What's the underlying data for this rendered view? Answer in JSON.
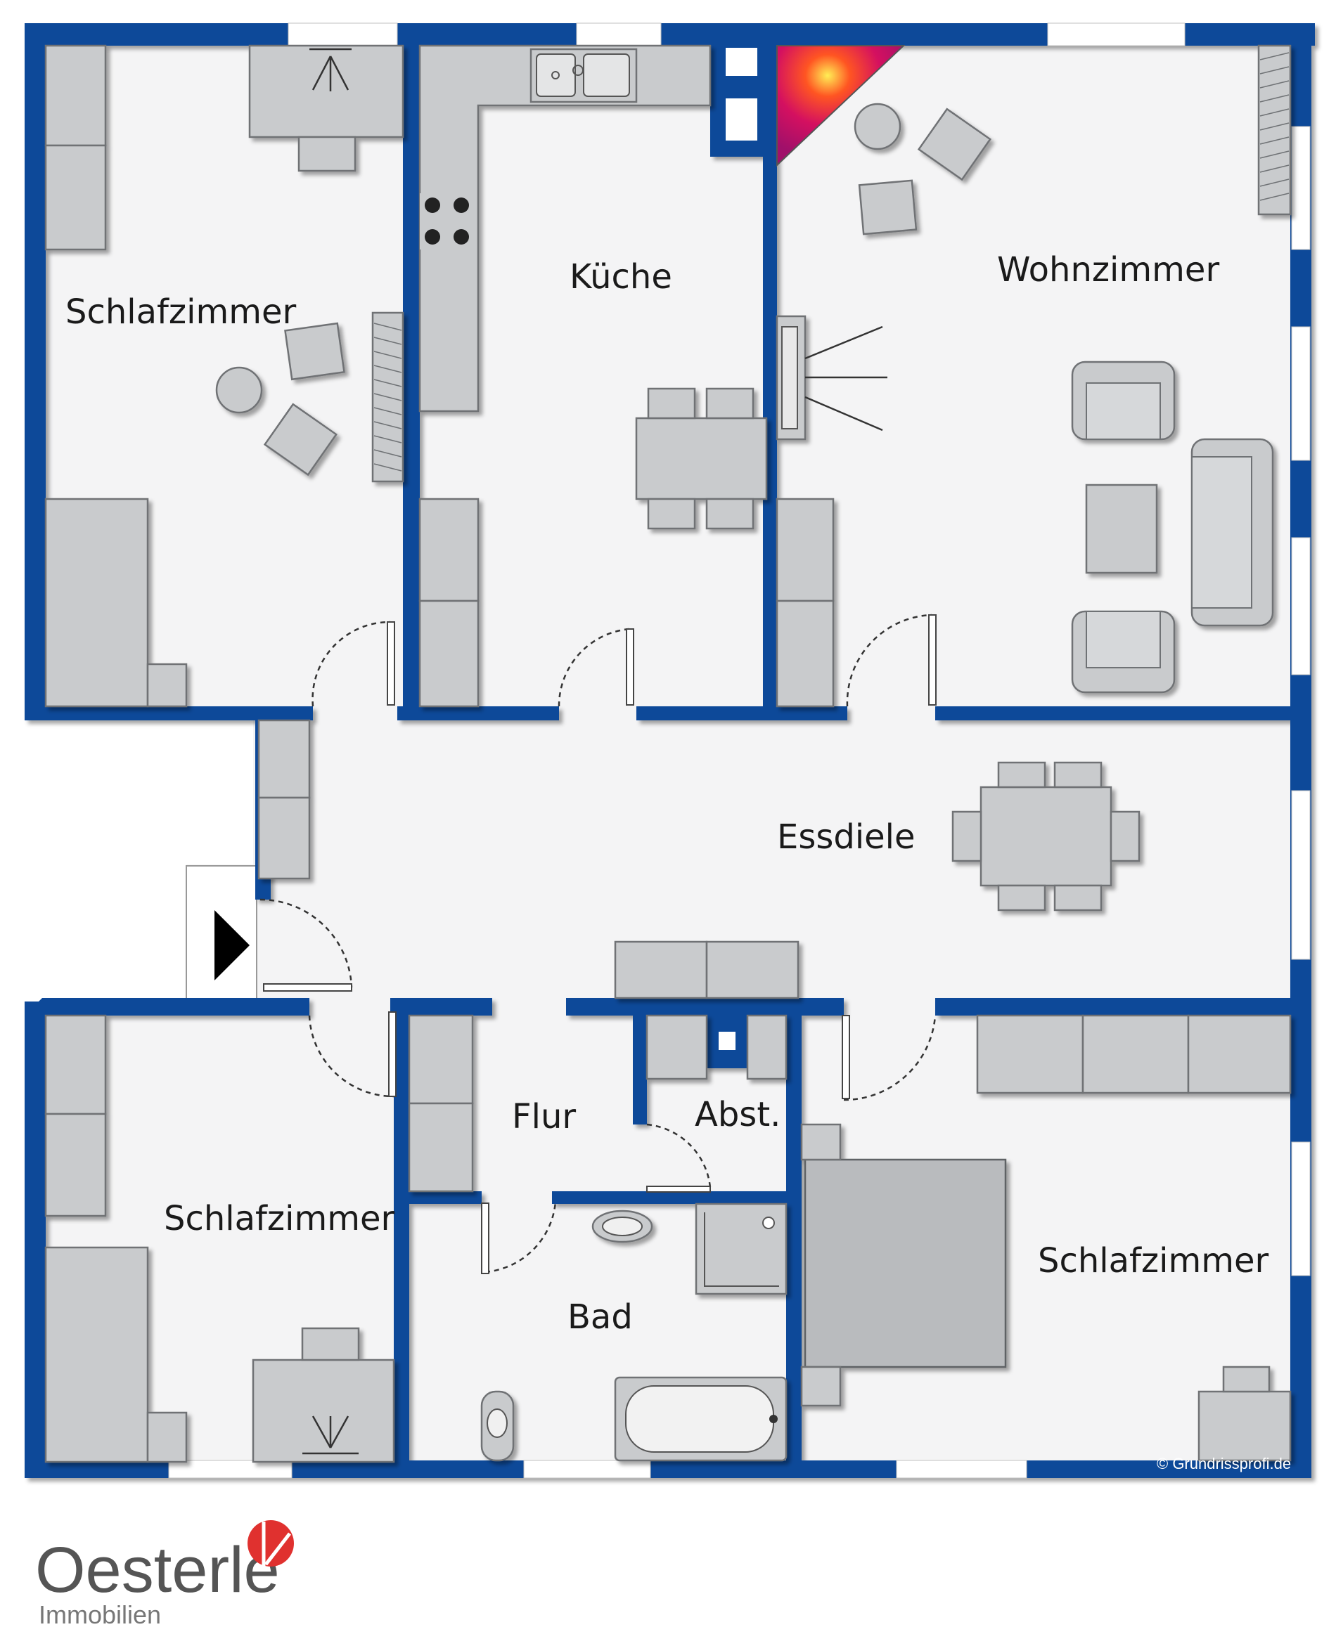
{
  "rooms": {
    "schlafzimmer_nw": "Schlafzimmer",
    "kueche": "Küche",
    "wohnzimmer": "Wohnzimmer",
    "essdiele": "Essdiele",
    "schlafzimmer_sw": "Schlafzimmer",
    "flur": "Flur",
    "abst": "Abst.",
    "bad": "Bad",
    "schlafzimmer_se": "Schlafzimmer"
  },
  "copyright": "© Grundrissprofi.de",
  "brand": {
    "name": "Oesterle",
    "subtitle": "Immobilien",
    "accent_color": "#e0312f"
  },
  "colors": {
    "wall": "#0d4a99",
    "floor": "#f4f4f5",
    "furniture": "#c9cbcd",
    "fireplace": "#cc0066"
  },
  "icons": [
    "entrance-arrow-icon",
    "fireplace-icon",
    "stove-icon",
    "sink-icon"
  ]
}
